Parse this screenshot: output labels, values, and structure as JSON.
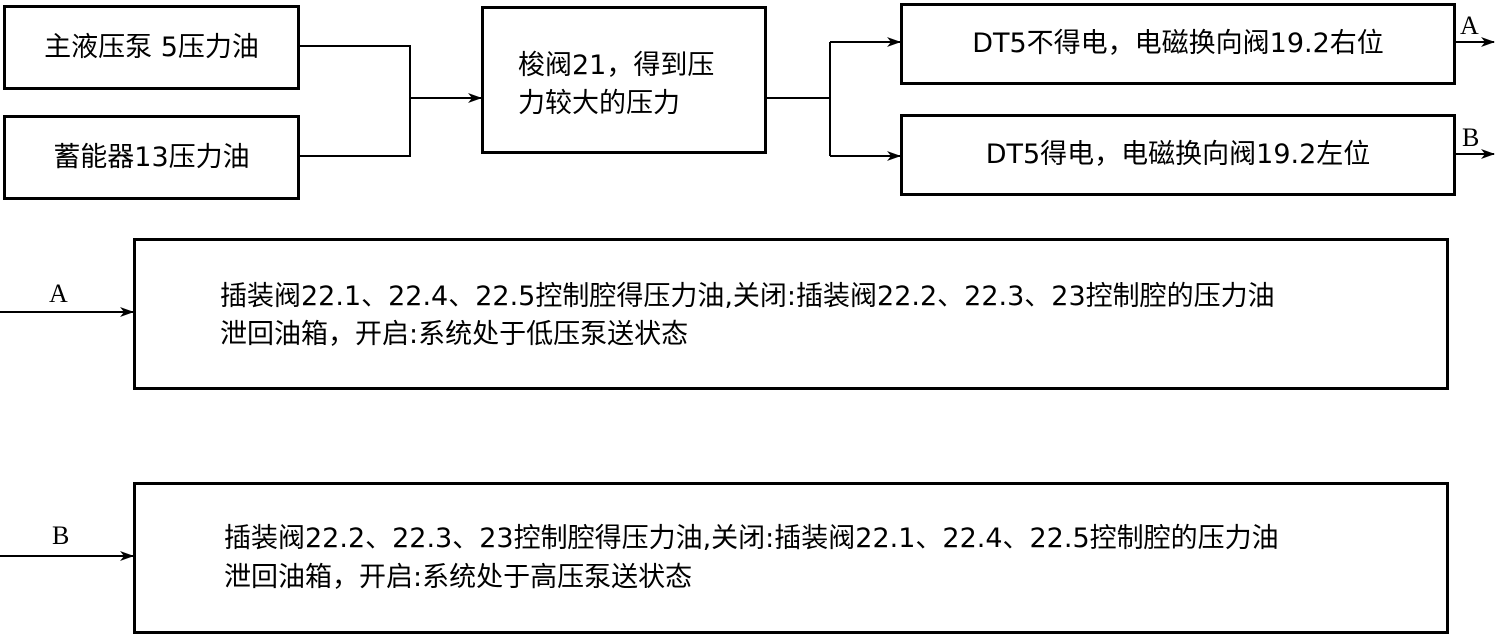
{
  "boxes": {
    "main_pump": "主液压泵 5压力油",
    "accumulator": "蓄能器13压力油",
    "shuttle_valve_line1": "梭阀21，得到压",
    "shuttle_valve_line2": "力较大的压力",
    "dt5_off": "DT5不得电，电磁换向阀19.2右位",
    "dt5_on": "DT5得电，电磁换向阀19.2左位"
  },
  "labels": {
    "a_out": "A",
    "b_out": "B",
    "a_in": "A",
    "b_in": "B"
  },
  "results": {
    "a_line1": "插装阀22.1、22.4、22.5控制腔得压力油,关闭:插装阀22.2、22.3、23控制腔的压力油",
    "a_line2": "泄回油箱，开启:系统处于低压泵送状态",
    "b_line1": "插装阀22.2、22.3、23控制腔得压力油,关闭:插装阀22.1、22.4、22.5控制腔的压力油",
    "b_line2": "泄回油箱，开启:系统处于高压泵送状态"
  }
}
